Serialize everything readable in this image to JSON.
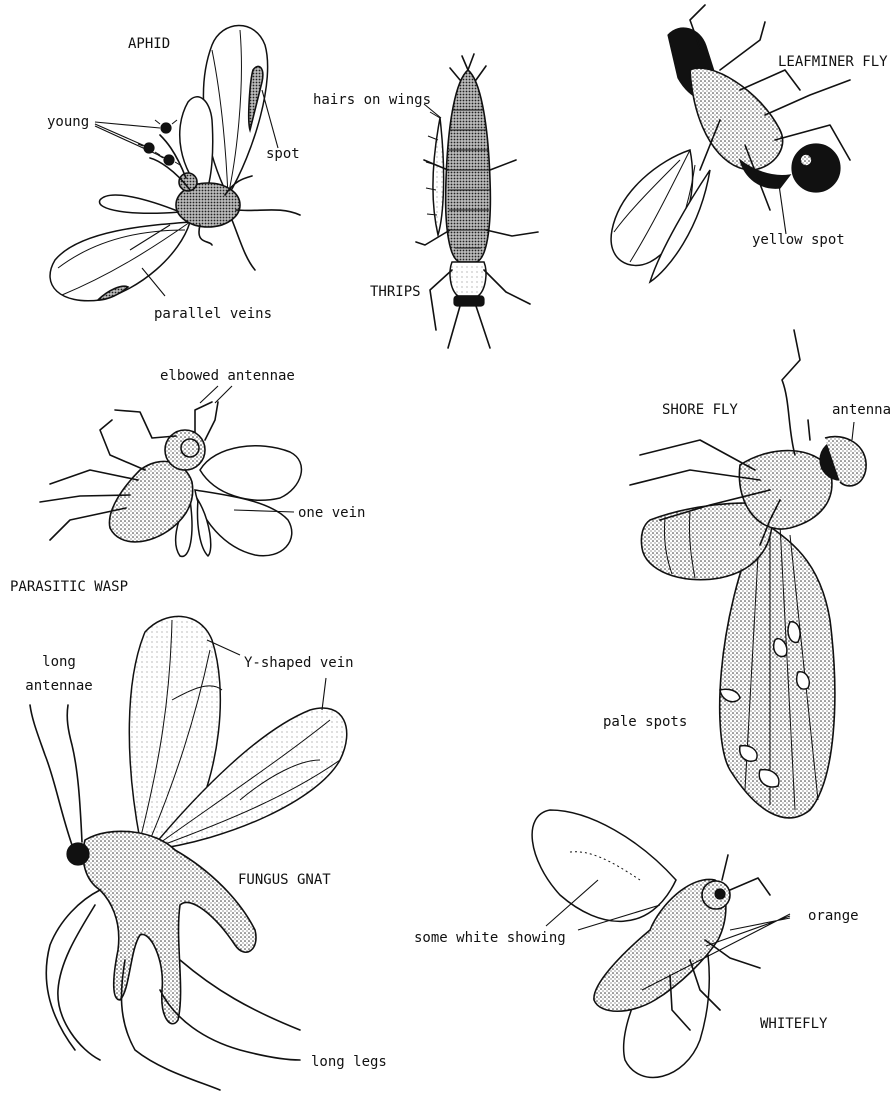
{
  "insects": [
    {
      "id": "aphid",
      "name": "APHID",
      "labels": [
        "young",
        "spot",
        "parallel veins"
      ]
    },
    {
      "id": "thrips",
      "name": "THRIPS",
      "labels": [
        "hairs on wings"
      ]
    },
    {
      "id": "leafminer-fly",
      "name": "LEAFMINER FLY",
      "labels": [
        "yellow spot"
      ]
    },
    {
      "id": "parasitic-wasp",
      "name": "PARASITIC WASP",
      "labels": [
        "elbowed antennae",
        "one vein"
      ]
    },
    {
      "id": "shore-fly",
      "name": "SHORE FLY",
      "labels": [
        "antenna",
        "pale spots"
      ]
    },
    {
      "id": "fungus-gnat",
      "name": "FUNGUS GNAT",
      "labels": [
        "long\nantennae",
        "Y-shaped vein",
        "long legs"
      ]
    },
    {
      "id": "whitefly",
      "name": "WHITEFLY",
      "labels": [
        "some white showing",
        "orange"
      ]
    }
  ]
}
